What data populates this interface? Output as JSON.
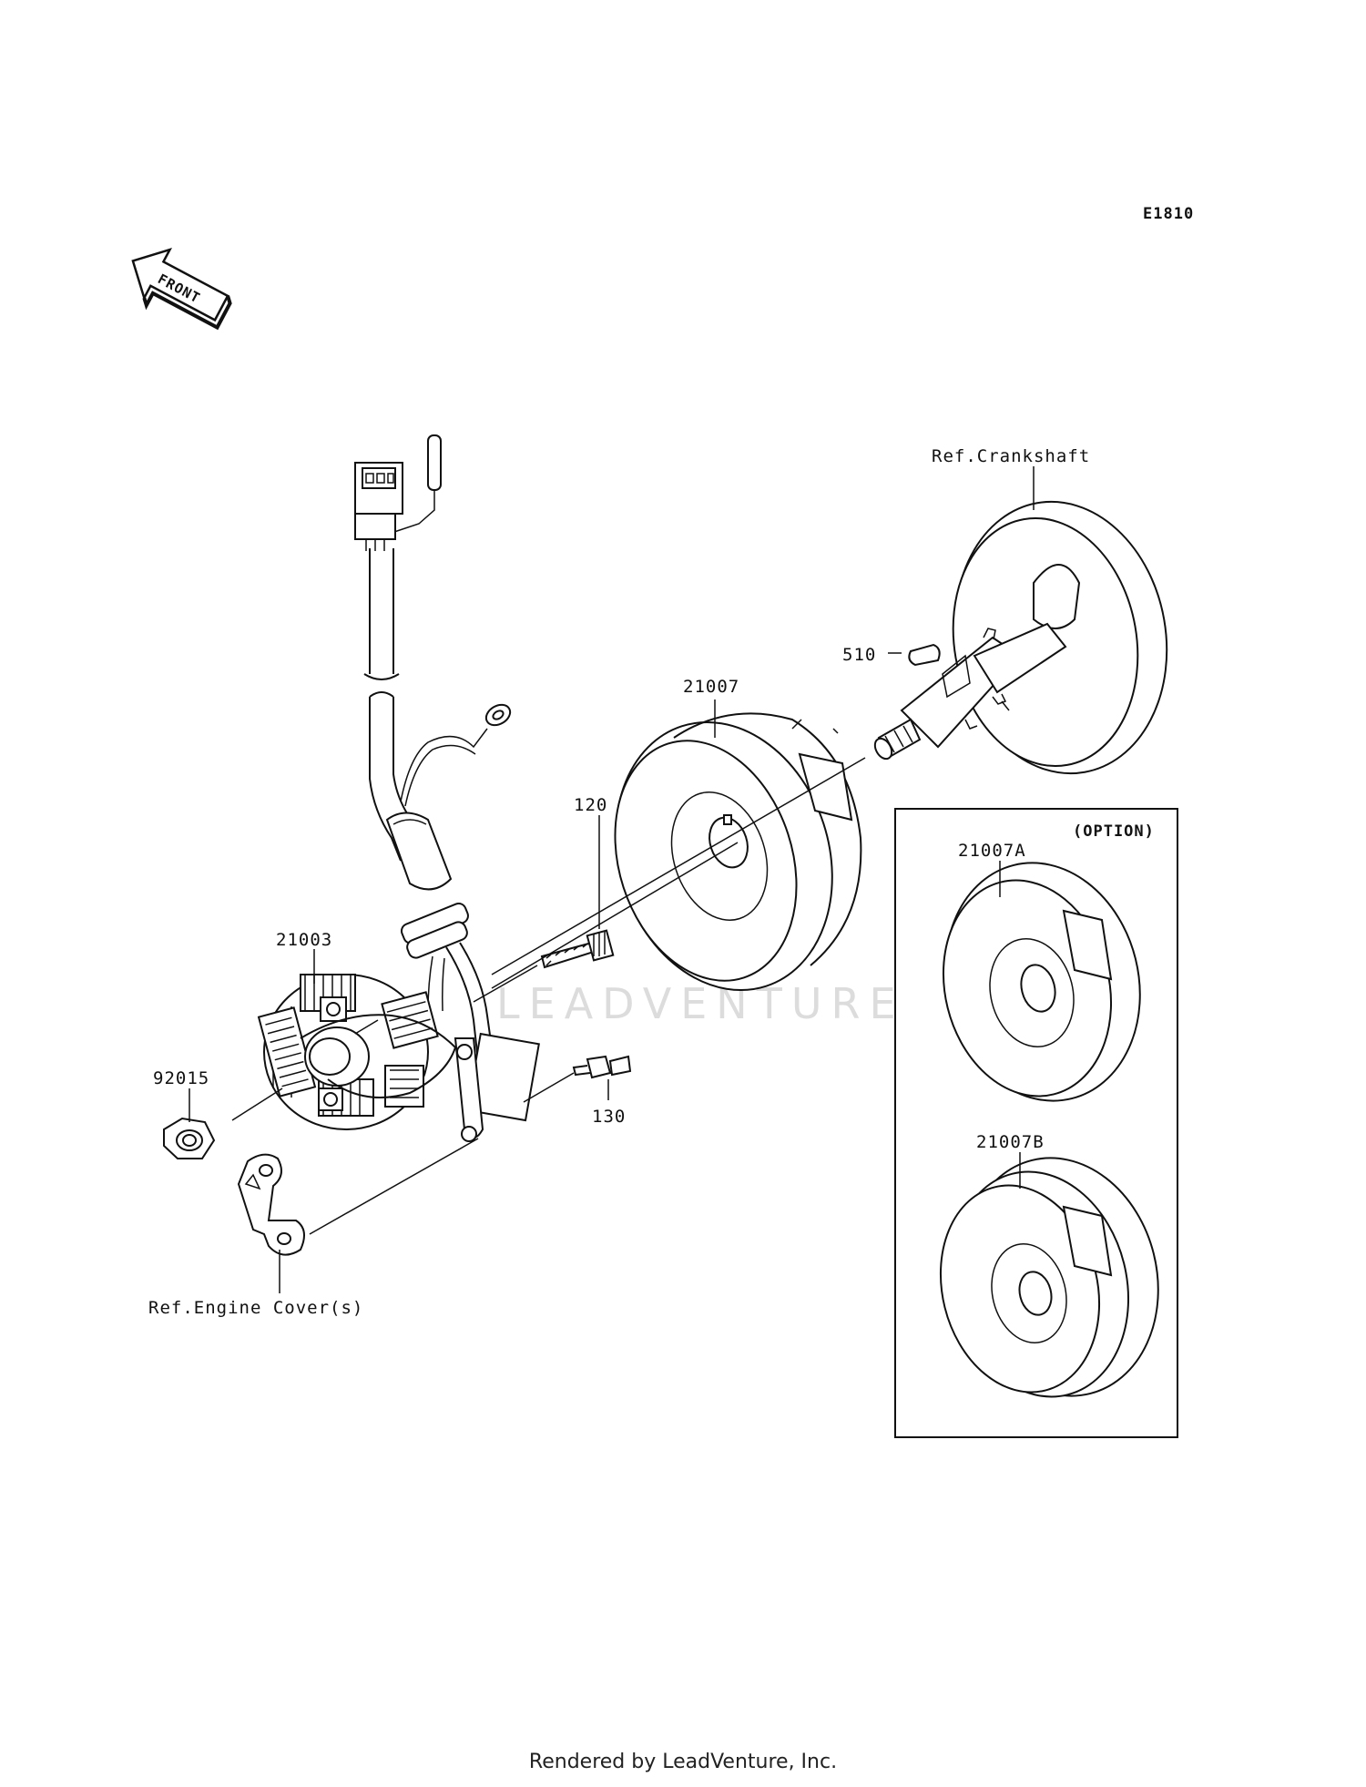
{
  "diagram_code": "E1810",
  "front_arrow_label": "FRONT",
  "watermark": "LEADVENTURE",
  "footer": "Rendered by LeadVenture, Inc.",
  "option_box_title": "(OPTION)",
  "parts": {
    "ref_crankshaft": "Ref.Crankshaft",
    "p510": "510",
    "p21007": "21007",
    "p120": "120",
    "p21003": "21003",
    "p92015": "92015",
    "p130": "130",
    "ref_engine_cover": "Ref.Engine Cover(s)",
    "p21007A": "21007A",
    "p21007B": "21007B"
  }
}
